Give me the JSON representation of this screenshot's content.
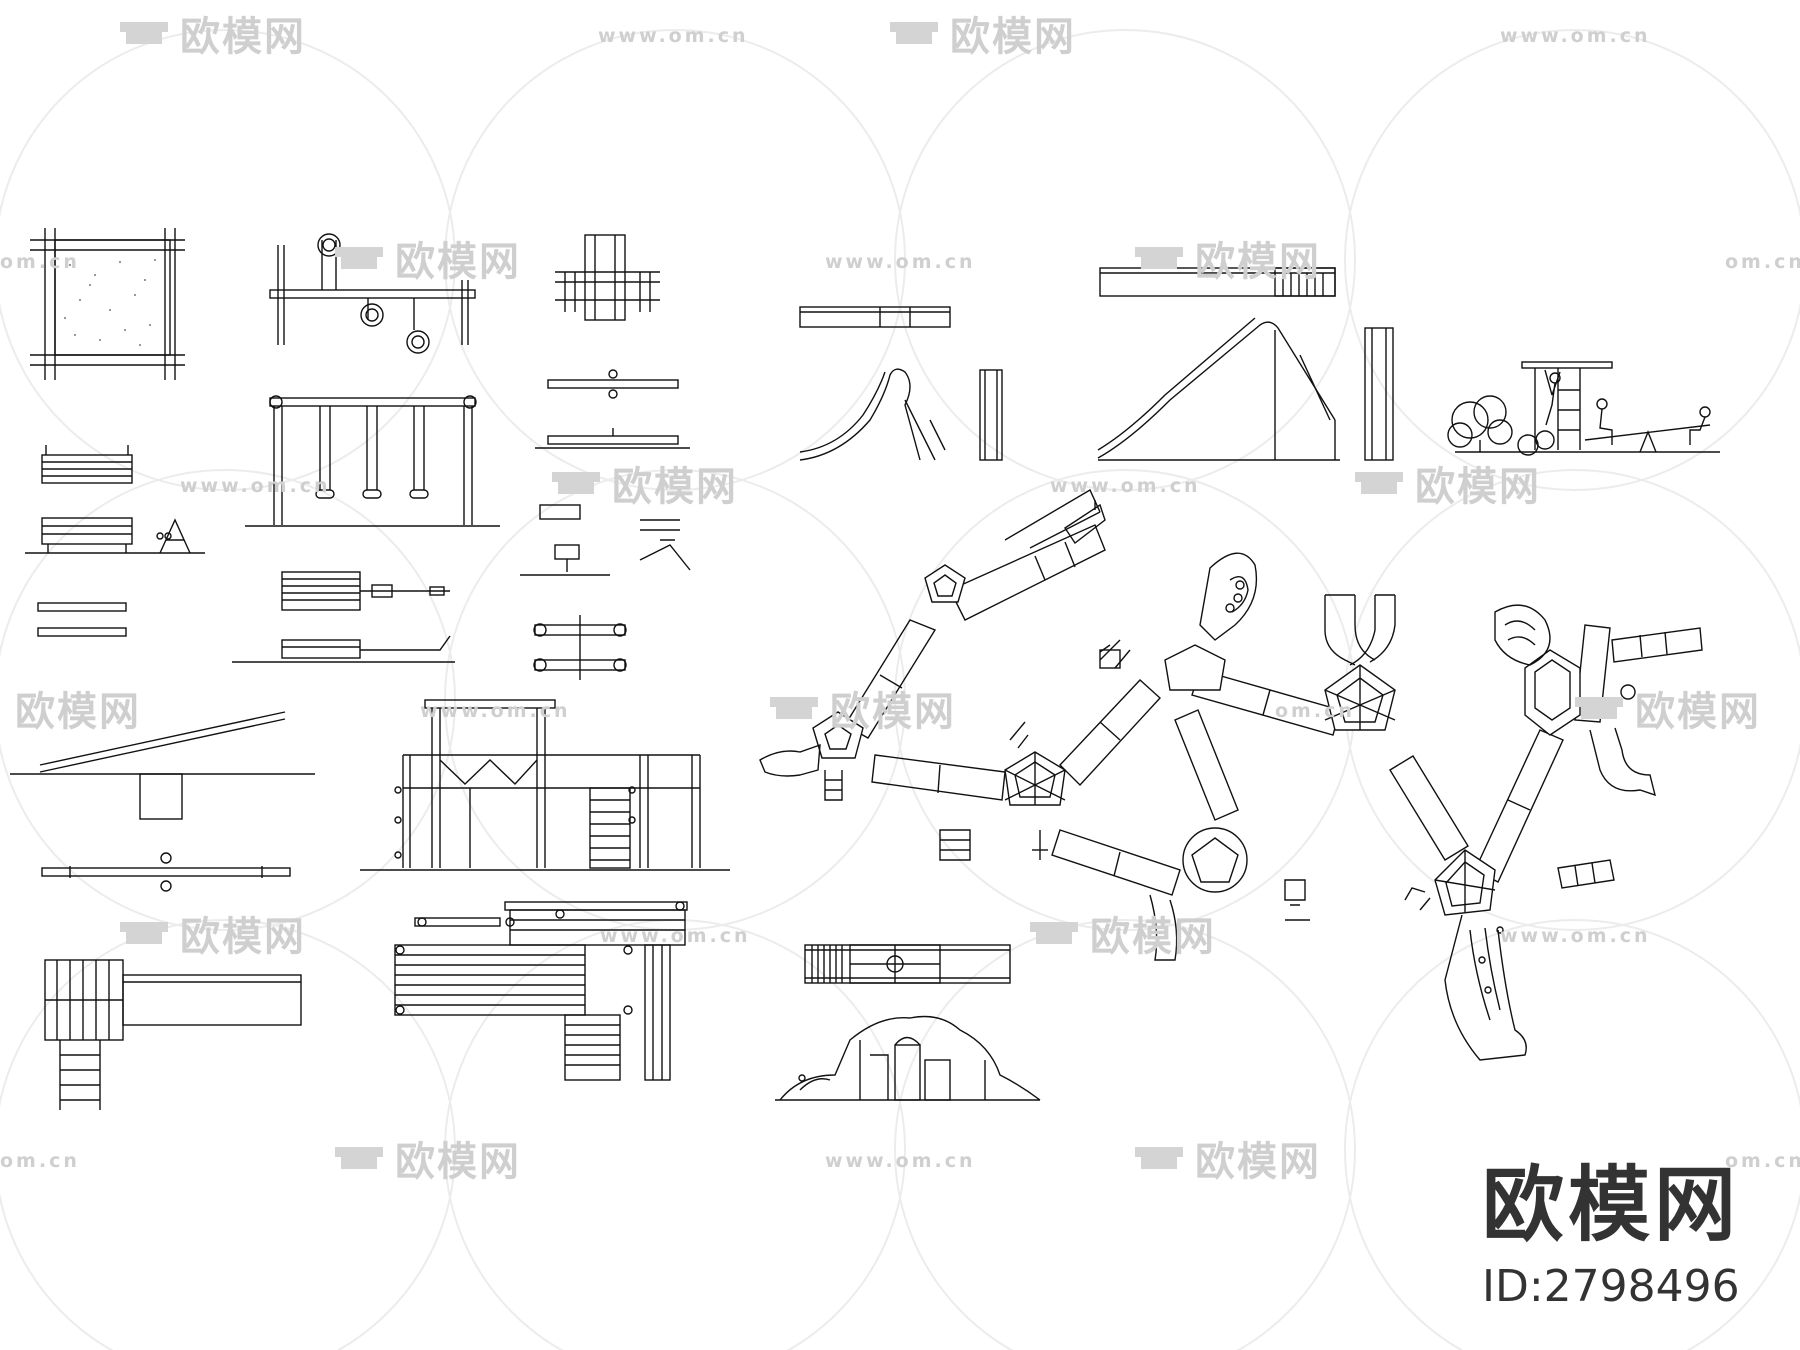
{
  "watermark": {
    "brand": "欧模网",
    "url": "www.om.cn",
    "url_partial": "om.cn"
  },
  "brand_block": {
    "name": "欧模网",
    "id": "ID:2798496"
  },
  "colors": {
    "line": "#111111",
    "watermark": "#cfcfcf",
    "brand_text": "#333333"
  }
}
